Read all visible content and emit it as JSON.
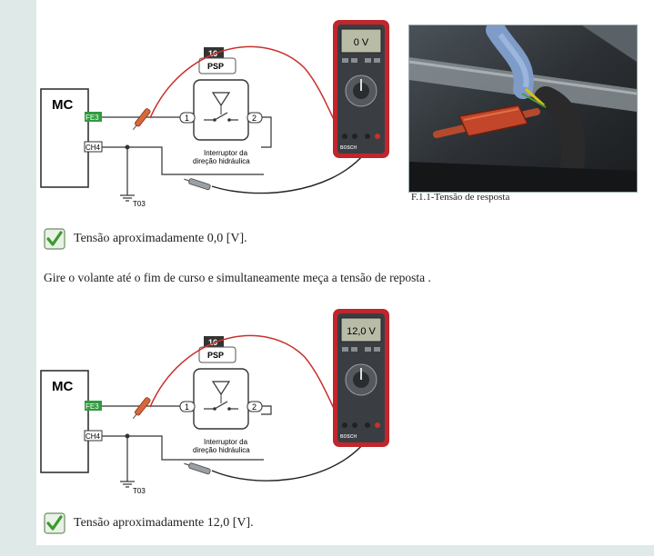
{
  "diagram_top": {
    "module": "MC",
    "pin_signal": "FE3",
    "pin_ground": "CH4",
    "ground": "T03",
    "fuse_no": "16",
    "switch_code": "PSP",
    "terminal_1": "1",
    "terminal_2": "2",
    "switch_label_line1": "Interruptor da",
    "switch_label_line2": "direção hidráulica",
    "meter_reading": "0 V",
    "meter_brand": "BOSCH"
  },
  "photo_caption": "F.1.1-Tensão de resposta",
  "check1_text": "Tensão  aproximadamente 0,0 [V].",
  "instruction": "Gire o volante até o fim de curso  e simultaneamente meça a tensão de reposta .",
  "diagram_bottom": {
    "module": "MC",
    "pin_signal": "FE3",
    "pin_ground": "CH4",
    "ground": "T03",
    "fuse_no": "16",
    "switch_code": "PSP",
    "terminal_1": "1",
    "terminal_2": "2",
    "switch_label_line1": "Interruptor da",
    "switch_label_line2": "direção hidráulica",
    "meter_reading": "12,0 V",
    "meter_brand": "BOSCH"
  },
  "check2_text": "Tensão aproximadamente 12,0 [V].",
  "colors": {
    "probe_red": "#c8312c",
    "meter_body": "#c0262b",
    "check_green": "#3b9a2e",
    "pin_green": "#2e9c3e"
  }
}
